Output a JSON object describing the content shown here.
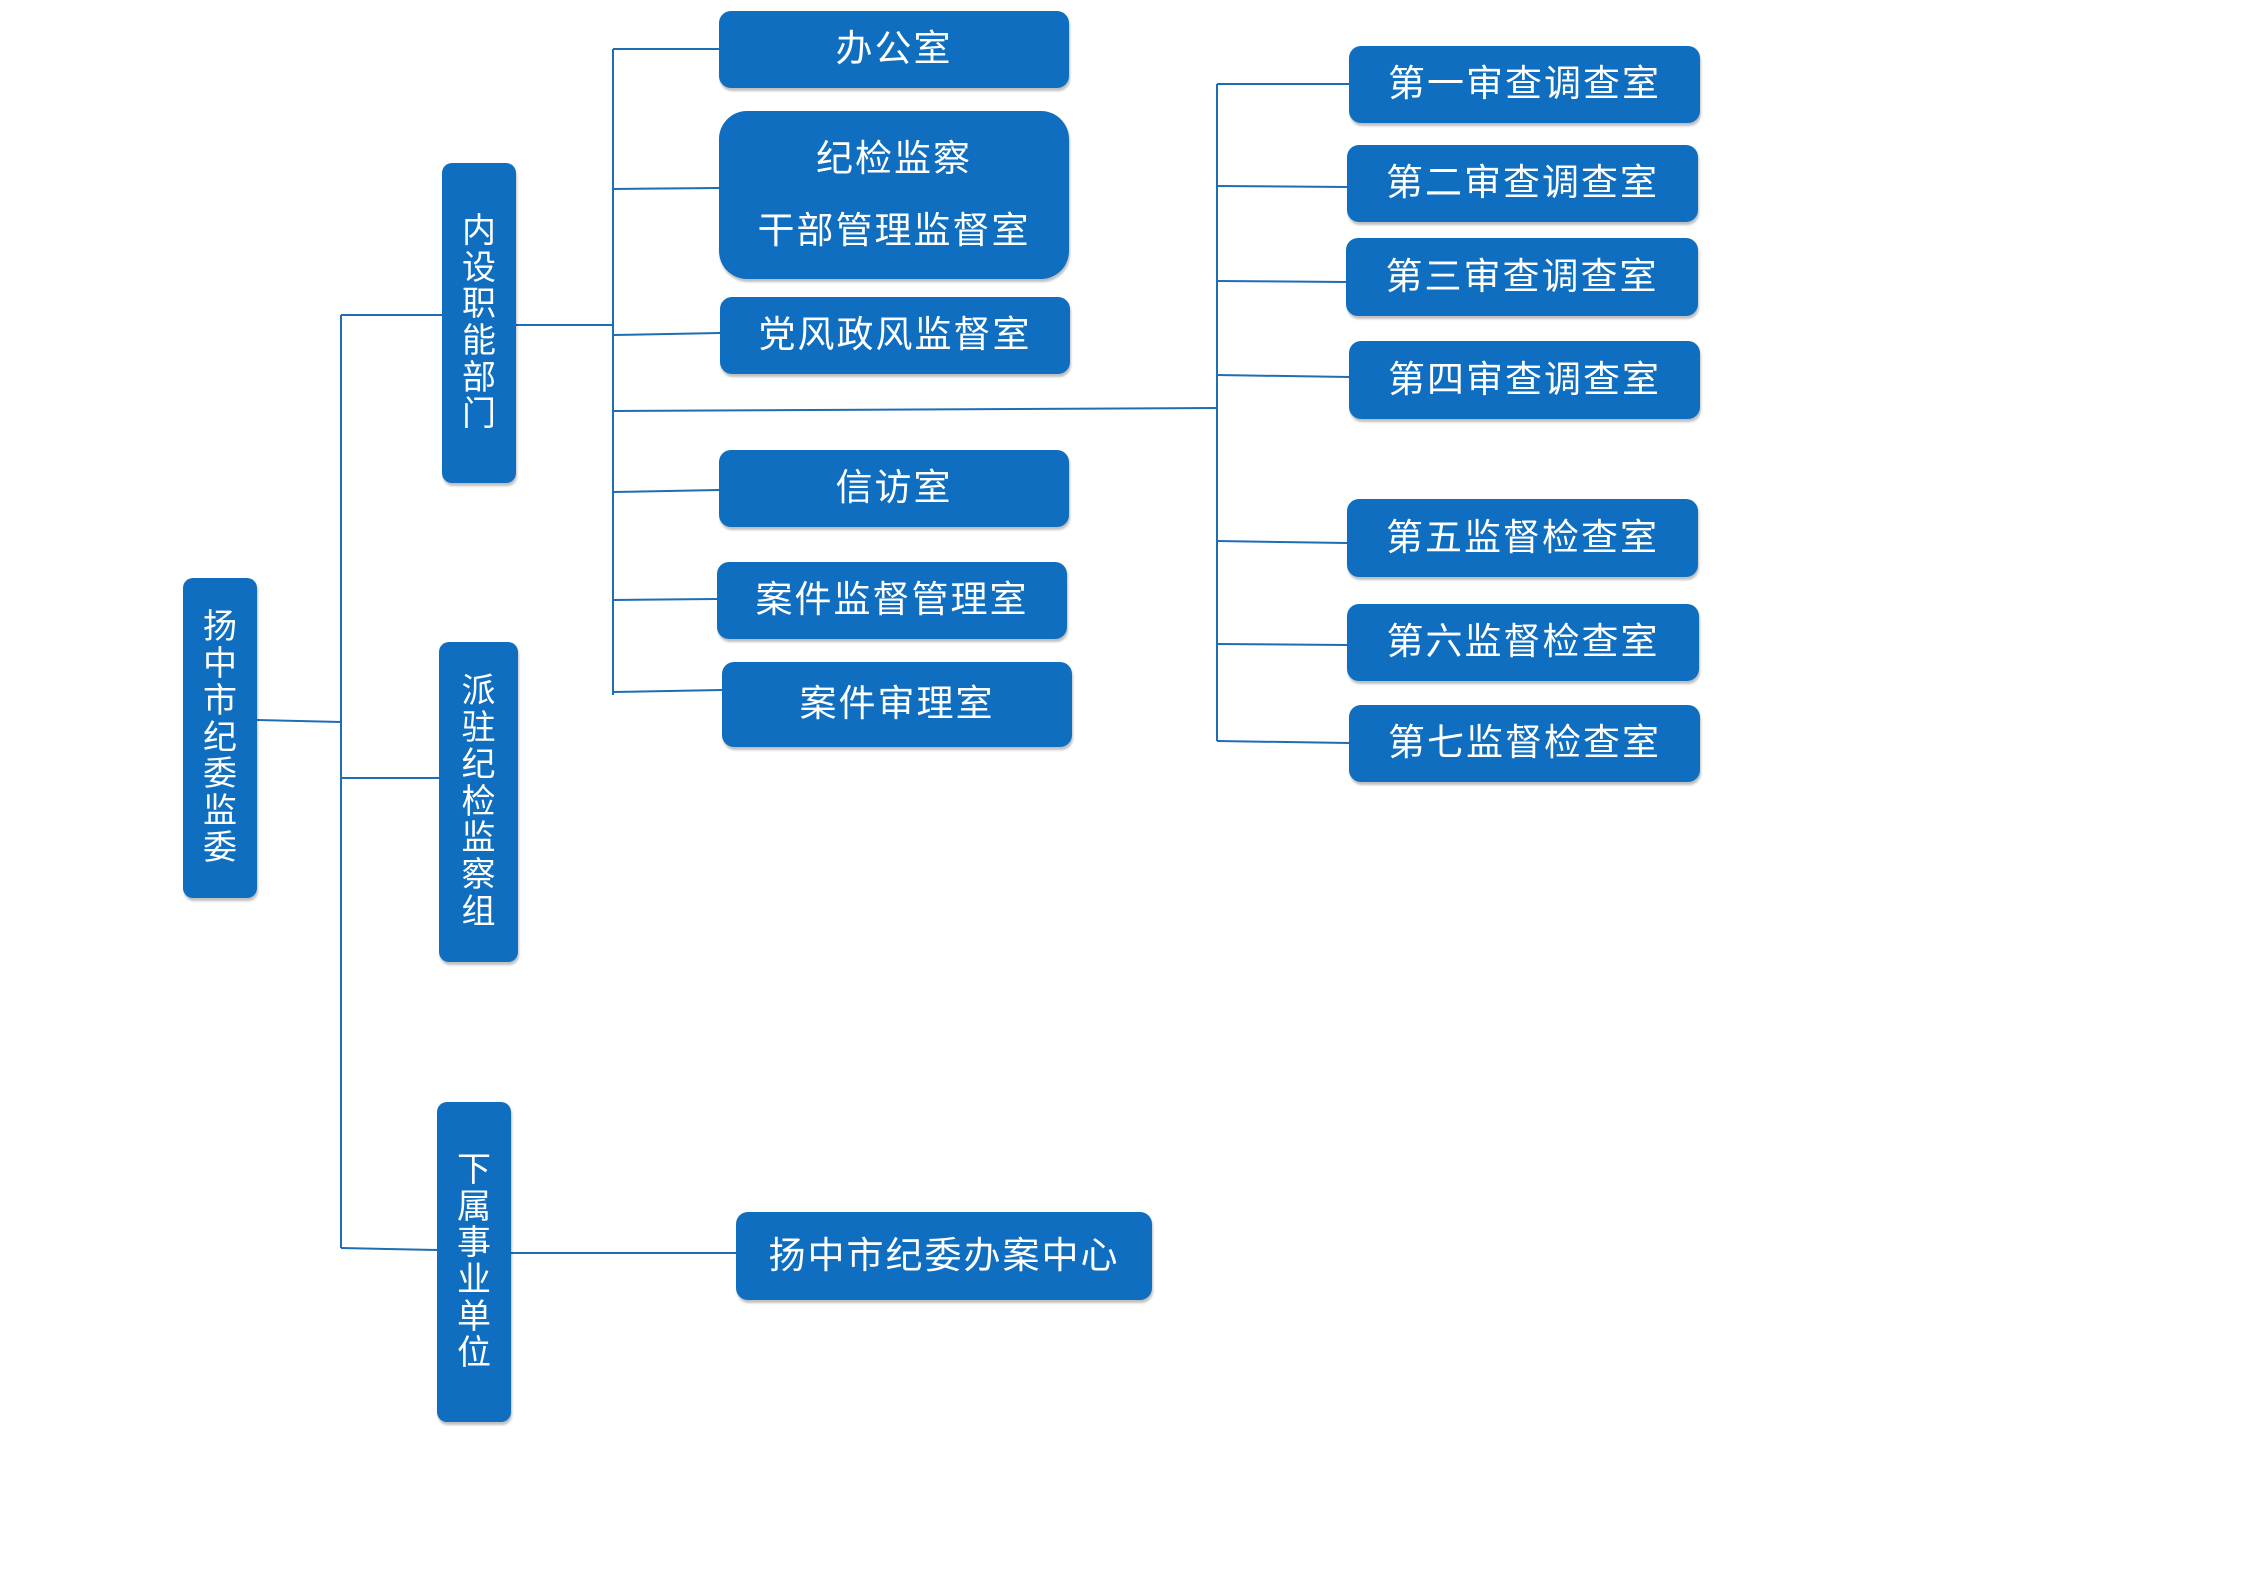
{
  "root": {
    "label": "扬中市纪委监委"
  },
  "groups": {
    "internal": {
      "label": "内设职能部门"
    },
    "stationed": {
      "label": "派驻纪检监察组"
    },
    "affiliated": {
      "label": "下属事业单位"
    }
  },
  "internal_departments": [
    {
      "label": "办公室"
    },
    {
      "label_line1": "纪检监察",
      "label_line2": "干部管理监督室"
    },
    {
      "label": "党风政风监督室"
    },
    {
      "label": "信访室"
    },
    {
      "label": "案件监督管理室"
    },
    {
      "label": "案件审理室"
    }
  ],
  "review_investigation_offices": [
    {
      "label": "第一审查调查室"
    },
    {
      "label": "第二审查调查室"
    },
    {
      "label": "第三审查调查室"
    },
    {
      "label": "第四审查调查室"
    }
  ],
  "supervision_inspection_offices": [
    {
      "label": "第五监督检查室"
    },
    {
      "label": "第六监督检查室"
    },
    {
      "label": "第七监督检查室"
    }
  ],
  "affiliated_units": [
    {
      "label": "扬中市纪委办案中心"
    }
  ],
  "colors": {
    "box_fill": "#0F6EBF",
    "connector": "#1E6DB5",
    "text": "#FFFFFF"
  }
}
